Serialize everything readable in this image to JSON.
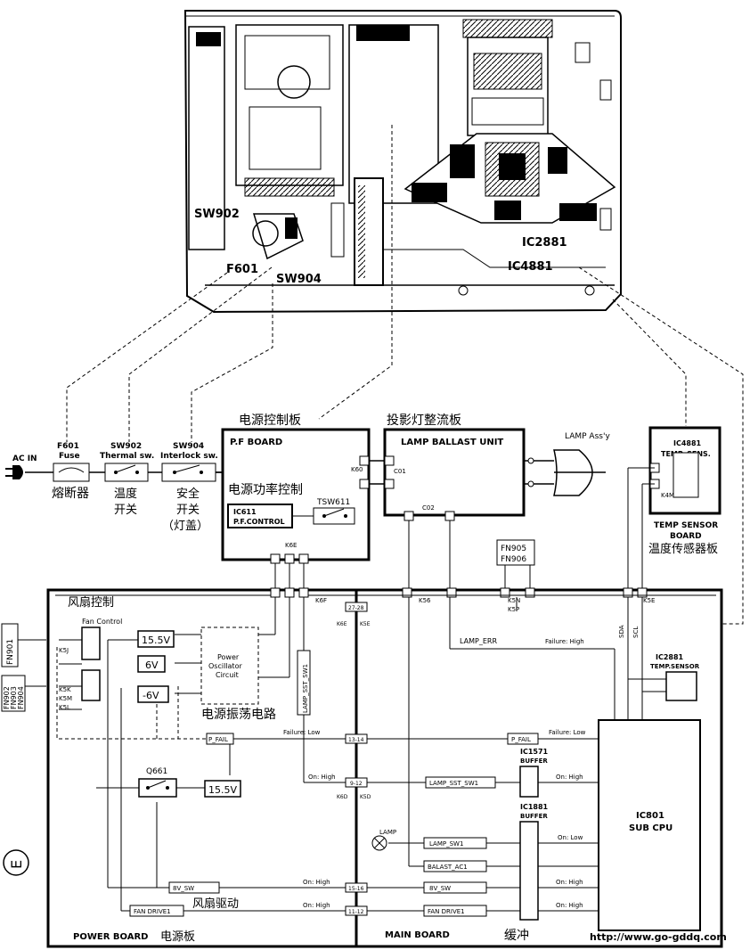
{
  "top_view": {
    "sw902": "SW902",
    "f601": "F601",
    "sw904": "SW904",
    "ic2881": "IC2881",
    "ic4881": "IC4881"
  },
  "inputs": {
    "ac_in": "AC IN",
    "f601_title": "F601",
    "f601_sub": "Fuse",
    "f601_cn": "熔断器",
    "sw902_title": "SW902",
    "sw902_sub": "Thermal sw.",
    "sw902_cn1": "温度",
    "sw902_cn2": "开关",
    "sw904_title": "SW904",
    "sw904_sub": "Interlock sw.",
    "sw904_cn1": "安全",
    "sw904_cn2": "开关",
    "sw904_cn3": "（灯盖）"
  },
  "pf_board": {
    "cn_title": "电源控制板",
    "title": "P.F BOARD",
    "connector": "K60",
    "cn_label": "电源功率控制",
    "ic_line1": "IC611",
    "ic_line2": "P.F.CONTROL",
    "tsw": "TSW611",
    "connector_bottom": "K6E"
  },
  "ballast": {
    "cn_title": "投影灯整流板",
    "title": "LAMP BALLAST UNIT",
    "c01": "C01",
    "c02": "C02",
    "lamp_assy": "LAMP Ass'y"
  },
  "temp_board": {
    "ic": "IC4881",
    "sub": "TEMP. SENS.",
    "k4m": "K4M",
    "title1": "TEMP SENSOR",
    "title2": "BOARD",
    "cn": "温度传感器板"
  },
  "fans_top": {
    "fn905": "FN905",
    "fn906": "FN906",
    "k5n": "K5N",
    "k5p": "K5P"
  },
  "power_board": {
    "cn_fan_ctrl": "风扇控制",
    "fan_control": "Fan Control",
    "k6f": "K6F",
    "v155": "15.5V",
    "v6": "6V",
    "vneg6": "-6V",
    "osc1": "Power",
    "osc2": "Oscillator",
    "osc3": "Circuit",
    "cn_osc": "电源振荡电路",
    "k5j": "K5J",
    "k5k": "K5K",
    "k5m": "K5M",
    "k5l": "K5L",
    "q661": "Q661",
    "v155b": "15.5V",
    "pfail": "P_FAIL",
    "failure_low": "Failure: Low",
    "on_high": "On: High",
    "sw_8v": "8V_SW",
    "fan_drive": "FAN DRIVE1",
    "cn_fan_drive": "风扇驱动",
    "label": "POWER BOARD",
    "cn_label": "电源板"
  },
  "fans_left": {
    "fn901": "FN901",
    "fn902": "FN902",
    "fn903": "FN903",
    "fn904": "FN904"
  },
  "main_board": {
    "k56": "K56",
    "k5e": "K5E",
    "k6e": "K6E",
    "k5d": "K5D",
    "k6d": "K6D",
    "lamp_err": "LAMP_ERR",
    "failure_high": "Failure: High",
    "sda": "SDA",
    "scl": "SCL",
    "ic2881": "IC2881",
    "temp_sensor": "TEMP.SENSOR",
    "ic1571": "IC1571",
    "buffer1": "BUFFER",
    "ic1881": "IC1881",
    "buffer2": "BUFFER",
    "lamp_sw1": "LAMP_SW1",
    "lamp_sst": "LAMP_SST_SW1",
    "ballast_ac1": "BALAST_AC1",
    "sw_8v": "8V_SW",
    "fan_drive": "FAN DRIVE1",
    "pfail": "P_FAIL",
    "failure_low": "Failure: Low",
    "on_high": "On: High",
    "on_low": "On: Low",
    "lamp_sym": "LAMP",
    "cpu1": "IC801",
    "cpu2": "SUB CPU",
    "cn_buffer": "缓冲",
    "label": "MAIN BOARD",
    "conn_2728": "27-28",
    "conn_1314": "13-14",
    "conn_912": "9-12",
    "conn_1516": "15-16",
    "conn_1112": "11-12"
  },
  "side_mark": "E",
  "watermark": "http://www.go-gddq.com"
}
